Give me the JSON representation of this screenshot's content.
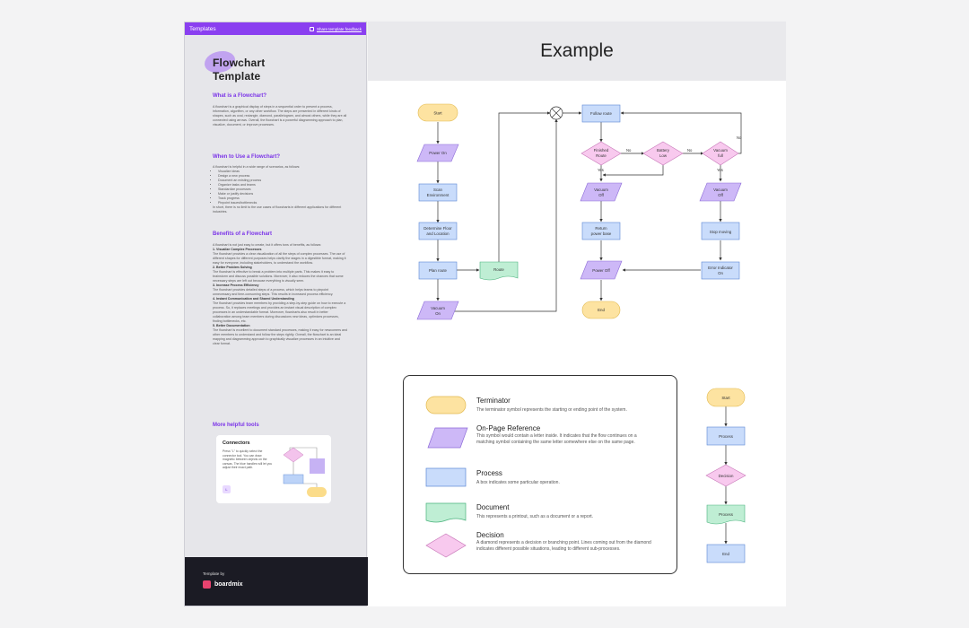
{
  "sidebar": {
    "topbar": {
      "title": "Templates",
      "feedback": "Share template feedback"
    },
    "title_line1": "Flowchart",
    "title_line2": "Template",
    "sections": {
      "what": {
        "heading": "What is a Flowchart?",
        "body": "A flowchart is a graphical display of steps in a sequential order to present a process, information, algorithm, or any other workflow. The steps are presented in different kinds of shapes, such as oval, rectangle, diamond, parallelogram, and almost others, while they are all connected using arrows. Overall, the flowchart is a powerful diagramming approach to plan, visualize, document, or improve processes."
      },
      "when": {
        "heading": "When to Use a Flowchart?",
        "intro": "A flowchart is helpful in a wide range of scenarios, as follows:",
        "items": [
          "Visualize ideas",
          "Design a new process",
          "Document an existing process",
          "Organize tasks and teams",
          "Standardize processes",
          "Make or justify decisions",
          "Track progress",
          "Pinpoint issues/bottlenecks"
        ],
        "outro": "In short, there is no limit to the use cases of flowcharts in different applications for different industries."
      },
      "benefits": {
        "heading": "Benefits of a Flowchart",
        "intro": "A flowchart is not just easy to create, but it offers tons of benefits, as follows:",
        "b1_title": "1. Visualize Complex Processes",
        "b1_body": "The flowchart provides a clear visualization of all the steps of complex processes. The use of different shapes for different purposes helps clarify the stages in a digestible format, making it easy for everyone, including stakeholders, to understand the workflow.",
        "b2_title": "2. Better Problem Solving",
        "b2_body": "The flowchart is effective to break a problem into multiple parts. This makes it easy to brainstorm and discuss possible solutions. Moreover, it also reduces the chances that some necessary steps are left out because everything is visually seen.",
        "b3_title": "3. Increase Process Efficiency",
        "b3_body": "The flowchart provides detailed steps of a process, which helps teams to pinpoint unnecessary and time-consuming steps. This results in increased process efficiency.",
        "b4_title": "4. Instant Communication and Shared Understanding",
        "b4_body": "The flowchart provides team members by providing a step-by-step guide on how to execute a process. So, it replaces meetings and provides an instant visual description of complex processes in an understandable format. Moreover, flowcharts also result in better collaboration among team members during discussions new ideas, optimizes processes, finding bottlenecks, etc.",
        "b5_title": "5. Better Documentation",
        "b5_body": "The flowchart is excellent to document standard processes, making it easy for newcomers and other members to understand and follow the steps rightly. Overall, the flowchart is an ideal mapping and diagramming approach to graphically visualize processes in an intuitive and clear format."
      },
      "tools": {
        "heading": "More helpful tools"
      }
    },
    "card": {
      "title": "Connectors",
      "body": "Press \"L\" to quickly select the connector tool. You can draw magnetic between objects on the canvas. The blue handles will let you adjust their exact path.",
      "key": "L"
    },
    "footer": {
      "by": "Template by",
      "brand": "boardmix"
    }
  },
  "header": {
    "title": "Example"
  },
  "flow": {
    "start": "Start",
    "power_on": "Power On",
    "scan": [
      "Scan",
      "Environment"
    ],
    "determine": [
      "Determine Floor",
      "and Location"
    ],
    "plan": "Plan route",
    "route_doc": "Route",
    "vacuum_on": [
      "Vacuum",
      "On"
    ],
    "follow": "Follow route",
    "finished": [
      "Finished",
      "Route"
    ],
    "battery": [
      "Battery",
      "Low"
    ],
    "vacuum_full": [
      "Vacuum",
      "full"
    ],
    "vacuum_off1": [
      "Vacuum",
      "Off"
    ],
    "return": [
      "Return",
      "power base"
    ],
    "power_off": "Power Off",
    "end": "End",
    "vacuum_off2": [
      "Vacuum",
      "Off"
    ],
    "stop": "Stop moving",
    "error": [
      "Error Indicator",
      "On"
    ],
    "yes": "Yes",
    "no": "No"
  },
  "legend": {
    "items": [
      {
        "title": "Terminator",
        "desc": "The terminator symbol represents the starting or ending point of the system."
      },
      {
        "title": "On-Page Reference",
        "desc": "This symbol would contain a letter inside. It indicates that the flow continues on a matching symbol containing the same letter somewhere else on the same page."
      },
      {
        "title": "Process",
        "desc": "A box indicates some particular operation."
      },
      {
        "title": "Document",
        "desc": "This represents a printout, such as a document or a report."
      },
      {
        "title": "Decision",
        "desc": "A diamond represents a decision or branching point. Lines coming out from the diamond indicates different possible situations, leading to different sub-processes."
      }
    ]
  },
  "mini": {
    "start": "Start",
    "process": "Process",
    "decision": "Decision",
    "process2": "Process",
    "end": "End"
  },
  "colors": {
    "accent": "#8a3ff0",
    "terminator": "#fde3a1",
    "process": "#c9dcfb",
    "document": "#bfeed4",
    "reference": "#cdb8f7",
    "decision": "#f8c9ee"
  }
}
